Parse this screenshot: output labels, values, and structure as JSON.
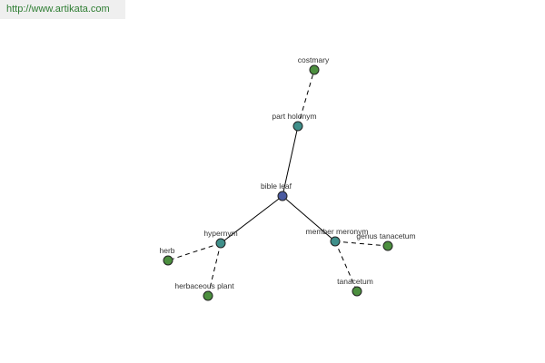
{
  "watermark": "http://www.artikata.com",
  "nodes": {
    "bible_leaf": "bible leaf",
    "part_holonym": "part holonym",
    "costmary": "costmary",
    "hypernym": "hypernym",
    "herb": "herb",
    "herbaceous_plant": "herbaceous plant",
    "member_meronym": "member meronym",
    "genus_tanacetum": "genus tanacetum",
    "tanacetum": "tanacetum"
  },
  "colors": {
    "center": "#4a5aa0",
    "relation": "#3f8f8a",
    "leaf": "#4c8f3f",
    "edge": "#000000"
  }
}
